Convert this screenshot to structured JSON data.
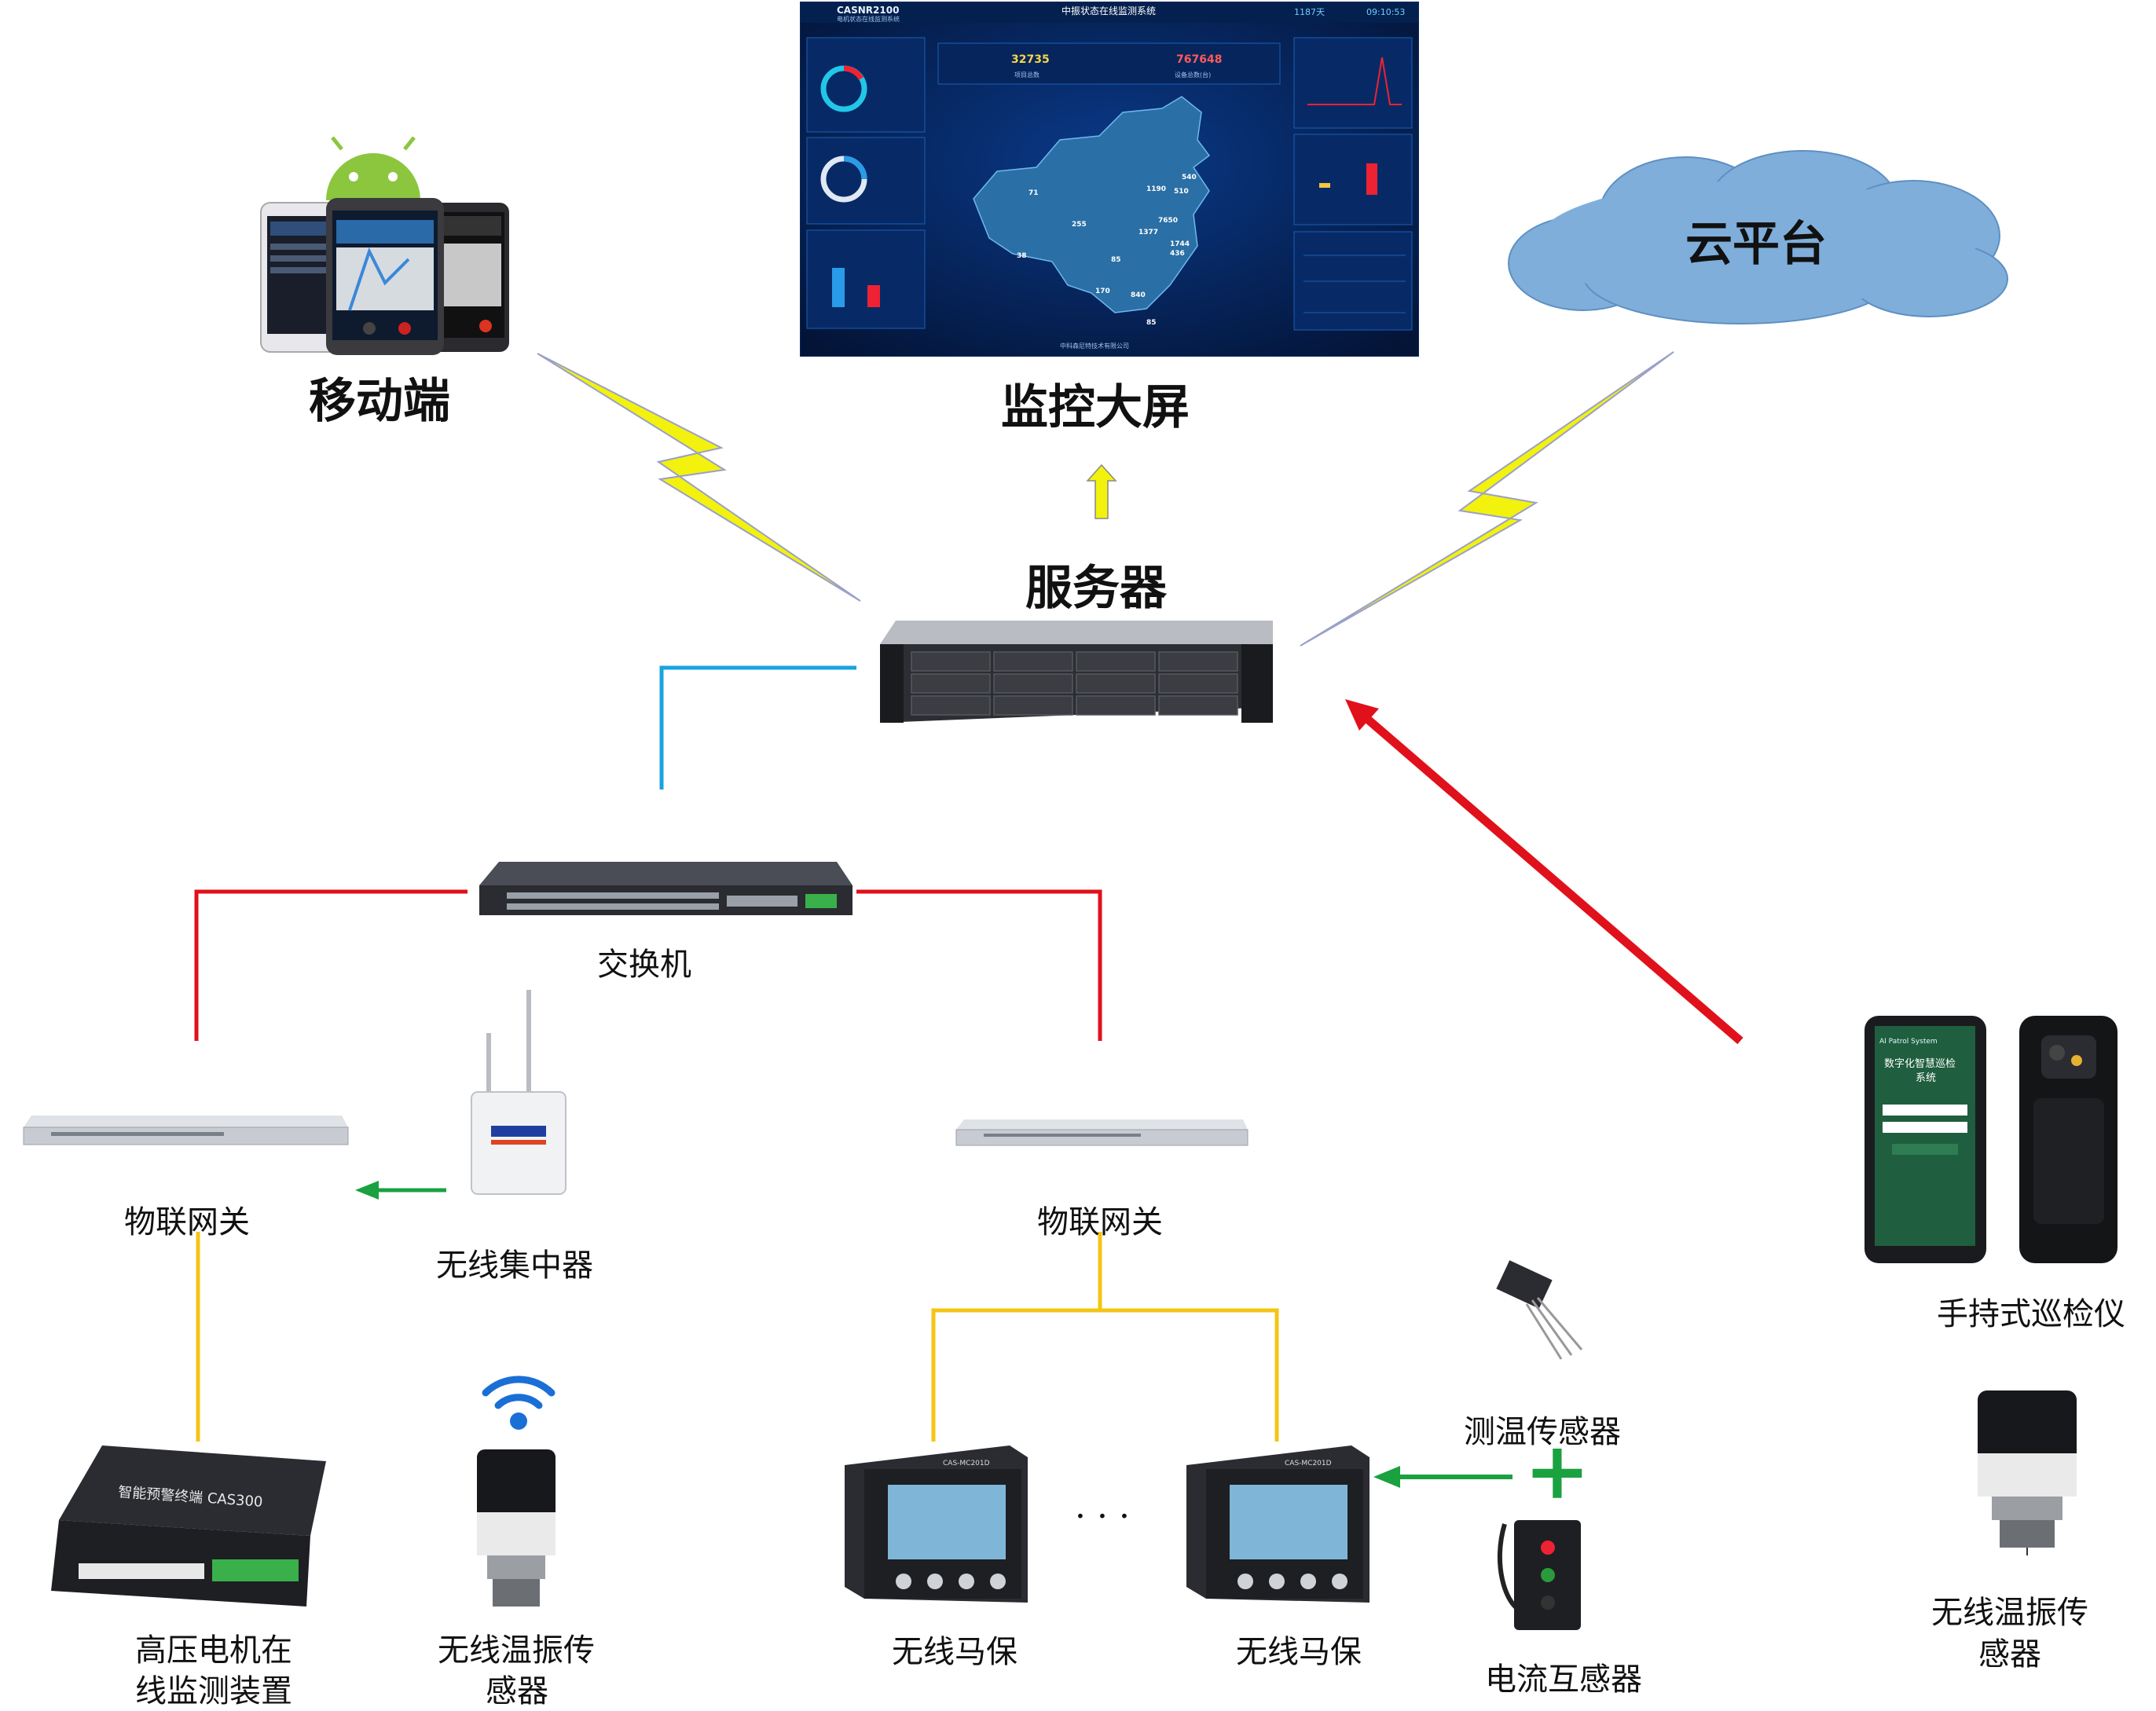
{
  "labels": {
    "mobile": "移动端",
    "big_screen": "监控大屏",
    "cloud": "云平台",
    "server": "服务器",
    "switch": "交换机",
    "gateway_left": "物联网关",
    "gateway_right": "物联网关",
    "wireless_concentrator": "无线集中器",
    "hv_motor_line1": "高压电机在",
    "hv_motor_line2": "线监测装置",
    "wtv_left_line1": "无线温振传",
    "wtv_left_line2": "感器",
    "motor_protector_1": "无线马保",
    "motor_protector_2": "无线马保",
    "temp_sensor": "测温传感器",
    "current_transformer": "电流互感器",
    "handheld": "手持式巡检仪",
    "wtv_right_line1": "无线温振传",
    "wtv_right_line2": "感器",
    "ellipsis": "· · ·",
    "plus": "+"
  },
  "screen": {
    "brand": "CASNR2100",
    "subtitle": "电机状态在线监测系统",
    "title": "中振状态在线监测系统",
    "date": "1187天",
    "time": "09:10:53",
    "stat_1": "32735",
    "stat_1_label": "项目总数",
    "stat_2": "767648",
    "stat_2_label": "设备总数(台)",
    "footer": "中科森尼特技术有限公司",
    "map_numbers": [
      "71",
      "1190",
      "255",
      "1377",
      "7650",
      "540",
      "510",
      "1744",
      "436",
      "38",
      "85",
      "170",
      "840",
      "85"
    ]
  },
  "handheld_screen": {
    "app": "AI Patrol System",
    "title_1": "数字化智慧巡检",
    "title_2": "系统"
  },
  "devices": {
    "terminal_label": "智能预警终端 CAS300",
    "meter_model": "CAS-MC201D"
  },
  "colors": {
    "red_link": "#e0111b",
    "blue_link": "#1aa3e0",
    "yellow_link": "#f4c516",
    "green_arrow": "#1aa140",
    "lightning": "#f2f20e",
    "cloud": "#7faedb"
  }
}
